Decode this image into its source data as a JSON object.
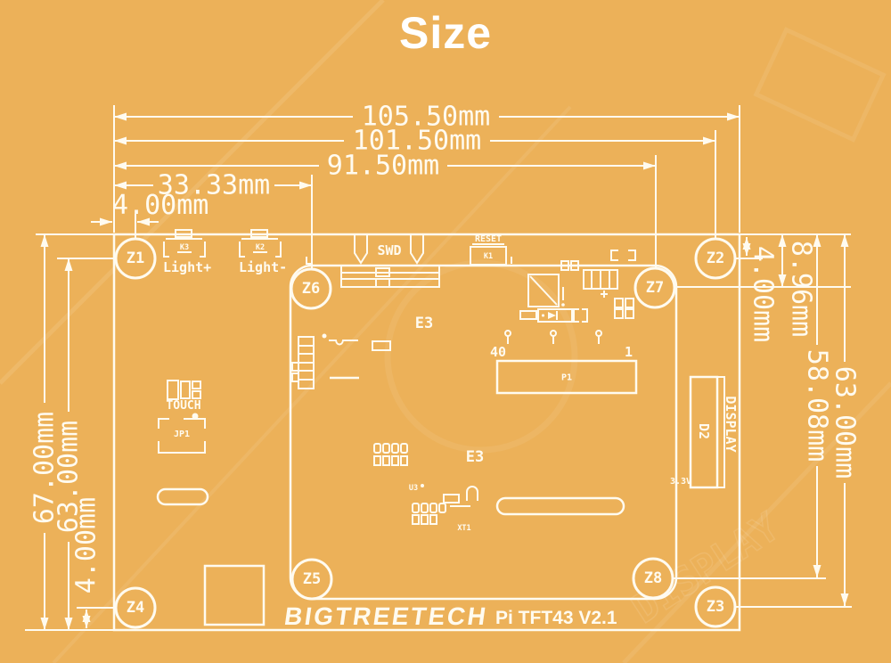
{
  "title": "Size",
  "colors": {
    "background": "#ECB159",
    "line": "#FFFBF0"
  },
  "dims": {
    "top": [
      "105.50mm",
      "101.50mm",
      "91.50mm",
      "33.33mm",
      "4.00mm"
    ],
    "left": [
      "67.00mm",
      "63.00mm",
      "4.00mm"
    ],
    "right": [
      "4.00mm",
      "8.96mm",
      "58.08mm",
      "63.00mm"
    ]
  },
  "holes": {
    "z1": "Z1",
    "z2": "Z2",
    "z3": "Z3",
    "z4": "Z4",
    "z5": "Z5",
    "z6": "Z6",
    "z7": "Z7",
    "z8": "Z8"
  },
  "silk": {
    "light_plus": "Light+",
    "light_minus": "Light-",
    "k3": "K3",
    "k2": "K2",
    "swd": "SWD",
    "reset": "RESET",
    "k1": "K1",
    "touch": "TOUCH",
    "jp1": "JP1",
    "p1": "P1",
    "pin40": "40",
    "pin1": "1",
    "e3": "E3",
    "u3": "U3",
    "xt1": "XT1",
    "d2": "D2",
    "display": "DISPLAY",
    "v33": "3.3V"
  },
  "logo": {
    "brand": "BIGTREETECH",
    "model": "Pi TFT43 V2.1"
  }
}
